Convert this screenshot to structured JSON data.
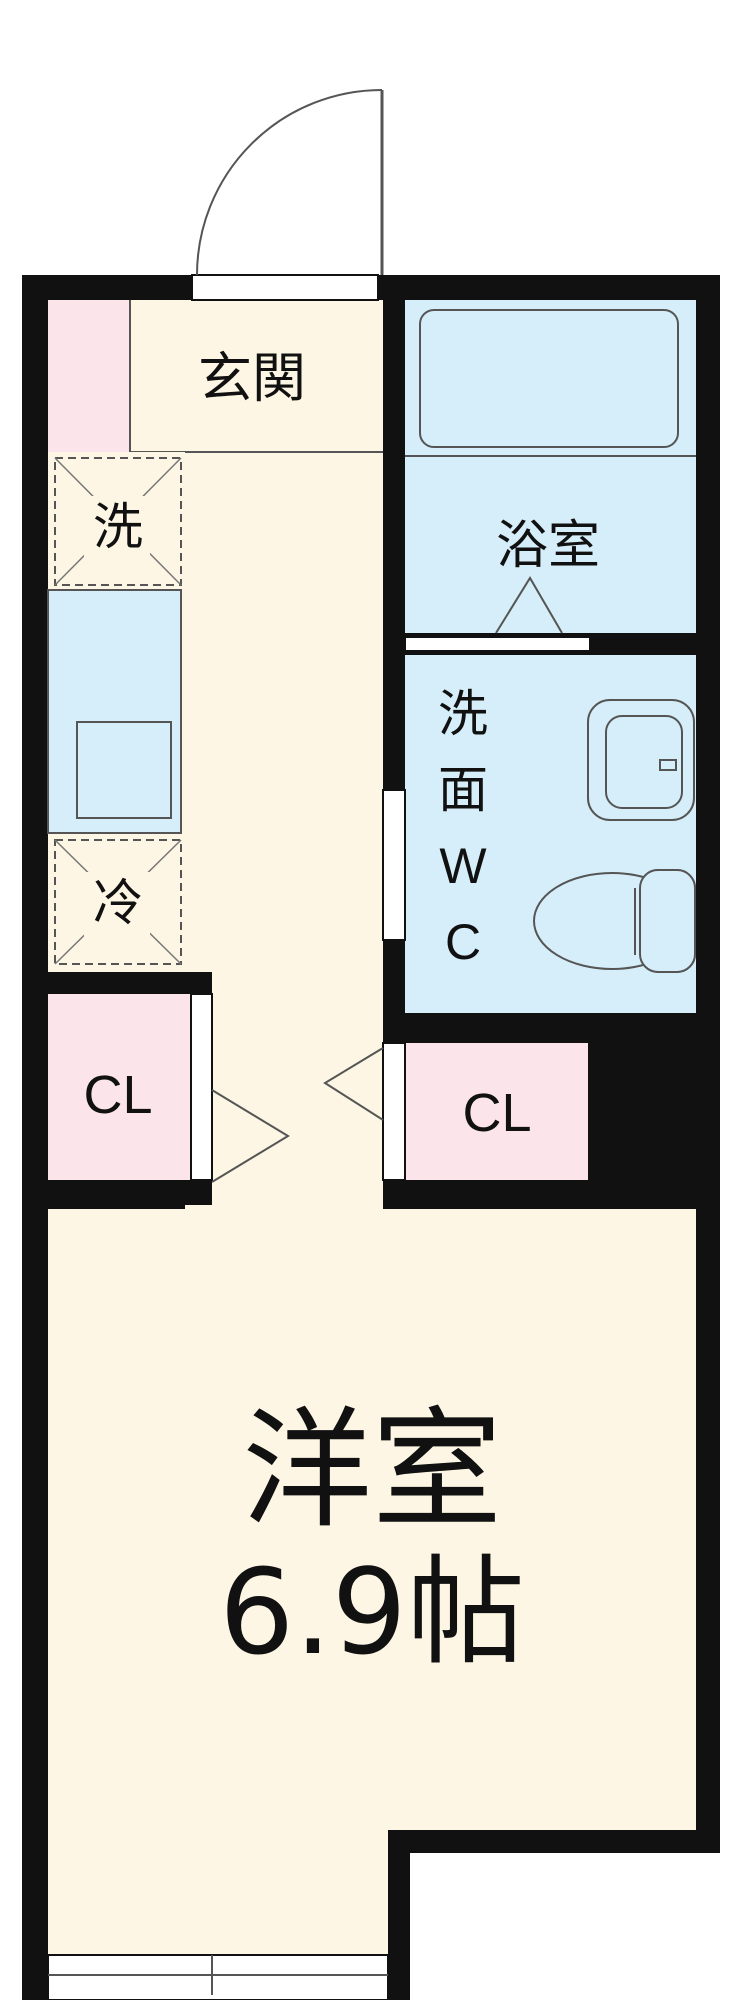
{
  "colors": {
    "wall": "#111111",
    "floor": "#fdf6e4",
    "wet_area": "#d5eef9",
    "closet": "#fbe4ea",
    "fixture_stroke": "#555555"
  },
  "rooms": {
    "entrance": {
      "label": "玄関"
    },
    "washer": {
      "label": "洗"
    },
    "fridge": {
      "label": "冷"
    },
    "bathroom": {
      "label": "浴室"
    },
    "washroom_wc": {
      "label_lines": [
        "洗",
        "面",
        "W",
        "C"
      ]
    },
    "closet_left": {
      "label": "CL"
    },
    "closet_right": {
      "label": "CL"
    },
    "western_room": {
      "label": "洋室",
      "size": "6.9帖"
    }
  }
}
